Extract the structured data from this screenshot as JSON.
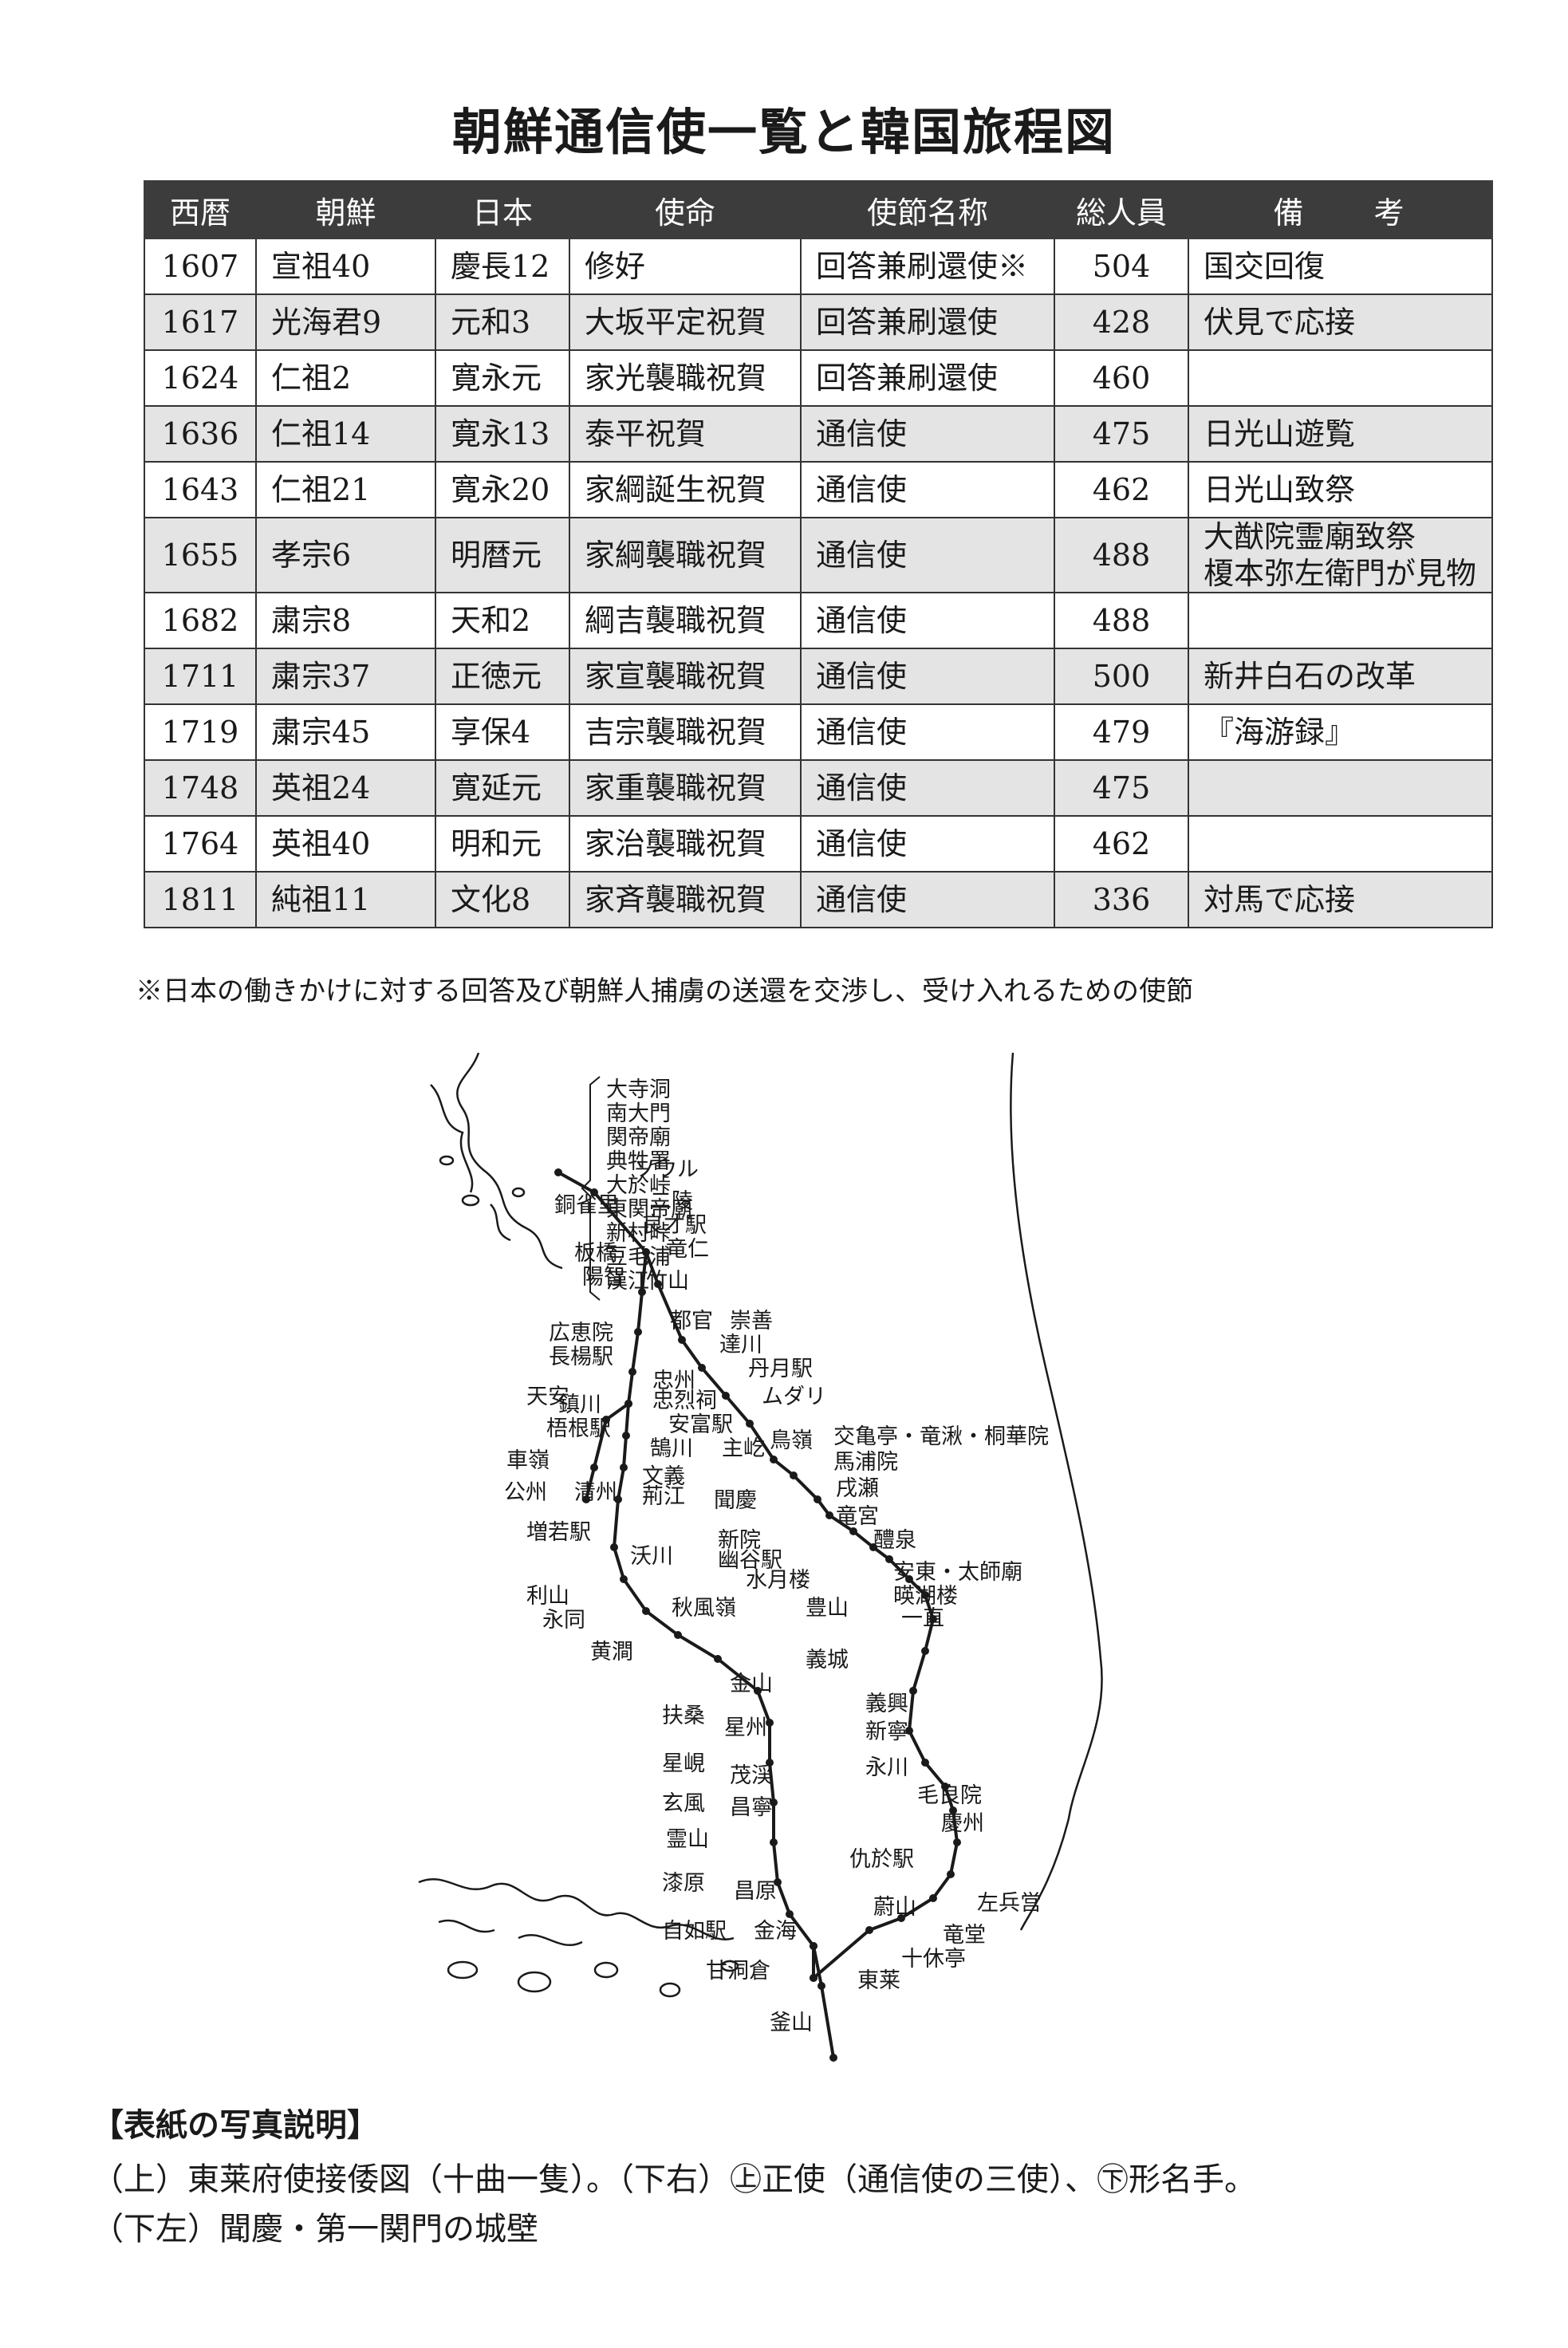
{
  "title": "朝鮮通信使一覧と韓国旅程図",
  "table": {
    "headers": [
      "西暦",
      "朝鮮",
      "日本",
      "使命",
      "使節名称",
      "総人員",
      "備　　考"
    ],
    "rows": [
      {
        "year": "1607",
        "korea": "宣祖40",
        "japan": "慶長12",
        "mission": "修好",
        "name": "回答兼刷還使※",
        "count": "504",
        "note": "国交回復",
        "note2": ""
      },
      {
        "year": "1617",
        "korea": "光海君9",
        "japan": "元和3",
        "mission": "大坂平定祝賀",
        "name": "回答兼刷還使",
        "count": "428",
        "note": "伏見で応接",
        "note2": ""
      },
      {
        "year": "1624",
        "korea": "仁祖2",
        "japan": "寛永元",
        "mission": "家光襲職祝賀",
        "name": "回答兼刷還使",
        "count": "460",
        "note": "",
        "note2": ""
      },
      {
        "year": "1636",
        "korea": "仁祖14",
        "japan": "寛永13",
        "mission": "泰平祝賀",
        "name": "通信使",
        "count": "475",
        "note": "日光山遊覧",
        "note2": ""
      },
      {
        "year": "1643",
        "korea": "仁祖21",
        "japan": "寛永20",
        "mission": "家綱誕生祝賀",
        "name": "通信使",
        "count": "462",
        "note": "日光山致祭",
        "note2": ""
      },
      {
        "year": "1655",
        "korea": "孝宗6",
        "japan": "明暦元",
        "mission": "家綱襲職祝賀",
        "name": "通信使",
        "count": "488",
        "note": "大猷院霊廟致祭",
        "note2": "榎本弥左衛門が見物"
      },
      {
        "year": "1682",
        "korea": "粛宗8",
        "japan": "天和2",
        "mission": "綱吉襲職祝賀",
        "name": "通信使",
        "count": "488",
        "note": "",
        "note2": ""
      },
      {
        "year": "1711",
        "korea": "粛宗37",
        "japan": "正徳元",
        "mission": "家宣襲職祝賀",
        "name": "通信使",
        "count": "500",
        "note": "新井白石の改革",
        "note2": ""
      },
      {
        "year": "1719",
        "korea": "粛宗45",
        "japan": "享保4",
        "mission": "吉宗襲職祝賀",
        "name": "通信使",
        "count": "479",
        "note": "『海游録』",
        "note2": ""
      },
      {
        "year": "1748",
        "korea": "英祖24",
        "japan": "寛延元",
        "mission": "家重襲職祝賀",
        "name": "通信使",
        "count": "475",
        "note": "",
        "note2": ""
      },
      {
        "year": "1764",
        "korea": "英祖40",
        "japan": "明和元",
        "mission": "家治襲職祝賀",
        "name": "通信使",
        "count": "462",
        "note": "",
        "note2": ""
      },
      {
        "year": "1811",
        "korea": "純祖11",
        "japan": "文化8",
        "mission": "家斉襲職祝賀",
        "name": "通信使",
        "count": "336",
        "note": "対馬で応接",
        "note2": ""
      }
    ]
  },
  "footnote": "※日本の働きかけに対する回答及び朝鮮人捕虜の送還を交渉し、受け入れるための使節",
  "map": {
    "labels": {
      "seoul": "ソウル",
      "dongjaeri": "銅雀里",
      "erreung": "二陵",
      "yangjae": "良才駅",
      "yongin": "竜仁",
      "panqiao": "板橋",
      "yangji": "陽智",
      "jukshan": "竹山",
      "dogwan": "都官",
      "sungseon": "崇善",
      "dalcheon": "達川",
      "danwol": "丹月駅",
      "mudari": "ムダリ",
      "chungju": "忠州",
      "chungryeolsa": "忠烈祠",
      "anbu": "安富駅",
      "juheul": "主屹",
      "joryeong": "鳥嶺",
      "gwanghye": "広恵院",
      "jangyang": "長楊駅",
      "cheonan": "天安",
      "jincheon": "鎮川",
      "ogeun": "梧根駅",
      "chaling": "車嶺",
      "gongju": "公州",
      "cheongju": "清州",
      "hakcheon": "鵠川",
      "mungyeong_a": "文義",
      "hyeongang": "荊江",
      "mungyeong": "聞慶",
      "kyogeong": "交亀亭・竜湫・桐華院",
      "mapo": "馬浦院",
      "mujeong": "戌瀬",
      "yonggung": "竜宮",
      "yecheon": "醴泉",
      "sinwon": "新院",
      "yugok": "幽谷駅",
      "suwol": "水月楼",
      "pungsan": "豊山",
      "andong": "安東・太師廟",
      "yeongho": "暎湖楼",
      "iljik": "一直",
      "jeungyak": "増若駅",
      "okcheon": "沃川",
      "isan": "利山",
      "yeongdong": "永同",
      "chupung": "秋風嶺",
      "hwangkan": "黄澗",
      "uiseong": "義城",
      "gimsan": "金山",
      "busang": "扶桑",
      "seongju": "星州",
      "seonghyeon": "星峴",
      "muge": "茂渓",
      "hyeonpung": "玄風",
      "changnyeong": "昌寧",
      "yeongsan": "霊山",
      "chilwon": "漆原",
      "changwon": "昌原",
      "jayeo": "自如駅",
      "gimhae": "金海",
      "gamdong": "甘洞倉",
      "uiheung": "義興",
      "sinnyeong": "新寧",
      "yeongcheon": "永川",
      "moryang": "毛良院",
      "gyeongju": "慶州",
      "gueo": "仇於駅",
      "ulsan": "蔚山",
      "jwabyeong": "左兵営",
      "yongdang": "竜堂",
      "sipyu": "十休亭",
      "dongnae": "東莱",
      "busan": "釜山"
    },
    "seoul_list": [
      "大寺洞",
      "南大門",
      "関帝廟",
      "典牲署",
      "大於峠",
      "東関帝廟",
      "新村峠",
      "豆毛浦",
      "漢江"
    ]
  },
  "caption": {
    "heading": "【表紙の写真説明】",
    "line1": "（上）東莱府使接倭図（十曲一隻）。（下右）㊤正使（通信使の三使）、㊦形名手。",
    "line2": "（下左）聞慶・第一関門の城壁"
  }
}
